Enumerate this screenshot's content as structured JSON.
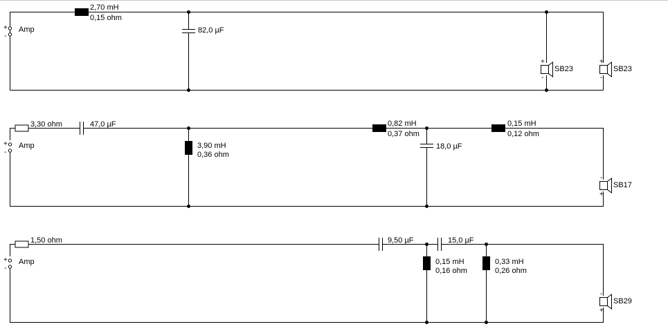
{
  "colors": {
    "wire": "#000000",
    "background": "#ffffff"
  },
  "circuits": [
    {
      "input": {
        "label": "Amp",
        "plus": "+",
        "minus": "-"
      },
      "components": [
        {
          "kind": "inductor",
          "value": "2,70 mH",
          "resistance": "0,15 ohm"
        },
        {
          "kind": "capacitor",
          "value": "82,0 µF"
        }
      ],
      "drivers": [
        {
          "name": "SB23",
          "plus": "+",
          "minus": "-"
        },
        {
          "name": "SB23",
          "plus": "+",
          "minus": "-"
        }
      ]
    },
    {
      "input": {
        "label": "Amp",
        "plus": "+",
        "minus": "-"
      },
      "components": [
        {
          "kind": "resistor",
          "value": "3,30 ohm"
        },
        {
          "kind": "capacitor",
          "value": "47,0 µF"
        },
        {
          "kind": "inductor",
          "value": "3,90 mH",
          "resistance": "0,36 ohm"
        },
        {
          "kind": "inductor",
          "value": "0,82 mH",
          "resistance": "0,37 ohm"
        },
        {
          "kind": "capacitor",
          "value": "18,0 µF"
        },
        {
          "kind": "inductor",
          "value": "0,15 mH",
          "resistance": "0,12 ohm"
        }
      ],
      "drivers": [
        {
          "name": "SB17",
          "plus": "+",
          "minus": "-"
        }
      ]
    },
    {
      "input": {
        "label": "Amp",
        "plus": "+",
        "minus": "-"
      },
      "components": [
        {
          "kind": "resistor",
          "value": "1,50 ohm"
        },
        {
          "kind": "capacitor",
          "value": "9,50 µF"
        },
        {
          "kind": "capacitor",
          "value": "15,0 µF"
        },
        {
          "kind": "inductor",
          "value": "0,15 mH",
          "resistance": "0,16 ohm"
        },
        {
          "kind": "inductor",
          "value": "0,33 mH",
          "resistance": "0,26 ohm"
        }
      ],
      "drivers": [
        {
          "name": "SB29",
          "plus": "+",
          "minus": "-"
        }
      ]
    }
  ]
}
